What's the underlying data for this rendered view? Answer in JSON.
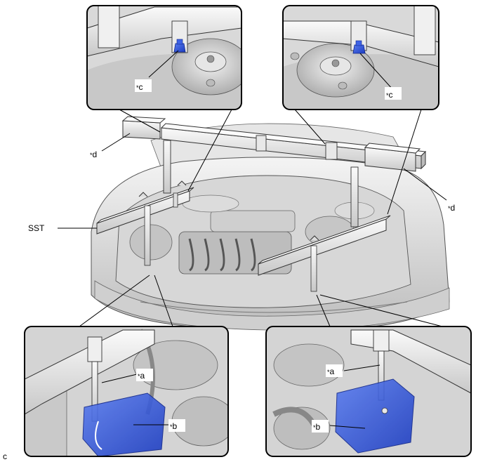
{
  "labels": {
    "c_left": "c",
    "c_right": "c",
    "d_left": "d",
    "d_right": "d",
    "sst": "SST",
    "a_left": "a",
    "b_left": "b",
    "a_right": "a",
    "b_right": "b",
    "star": "*",
    "corner": "c"
  },
  "colors": {
    "highlight_blue": "#2a4fd6",
    "line": "#000000",
    "metal_light": "#eeeeee",
    "metal_mid": "#cfcfcf",
    "metal_dark": "#9a9a9a"
  }
}
